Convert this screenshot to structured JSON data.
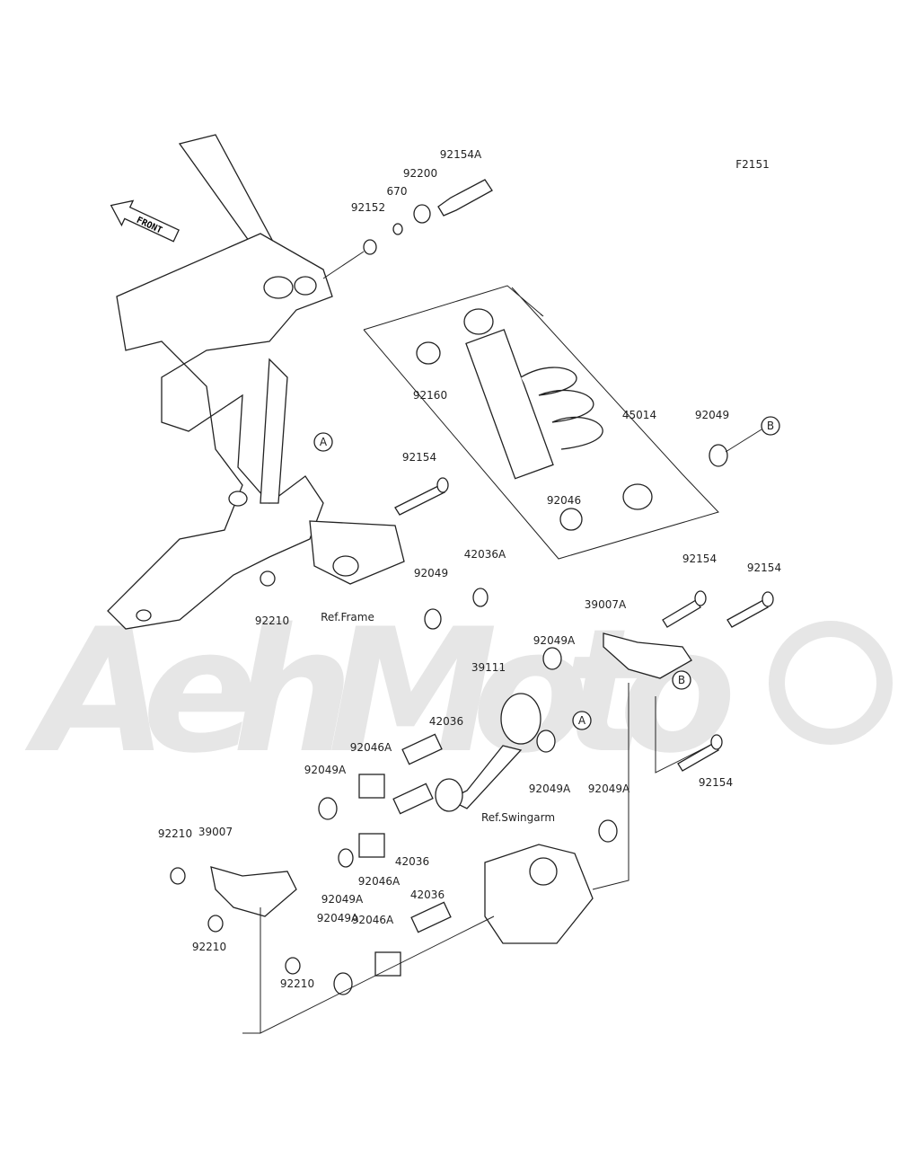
{
  "diagram": {
    "figure_code": "F2151",
    "watermark": "AehMoto",
    "front_arrow": "FRONT",
    "callouts": [
      "A",
      "B"
    ],
    "labels": [
      "92154A",
      "92200",
      "670",
      "92152",
      "92160",
      "45014",
      "92049",
      "92154",
      "92046",
      "42036A",
      "92049",
      "92154",
      "92154",
      "92210",
      "Ref.Frame",
      "39007A",
      "92049A",
      "39111",
      "42036",
      "92046A",
      "92049A",
      "92049A",
      "92049A",
      "92154",
      "Ref.Swingarm",
      "39007",
      "92210",
      "42036",
      "92046A",
      "92049A",
      "42036",
      "92046A",
      "92210",
      "92210",
      "92049A"
    ]
  }
}
